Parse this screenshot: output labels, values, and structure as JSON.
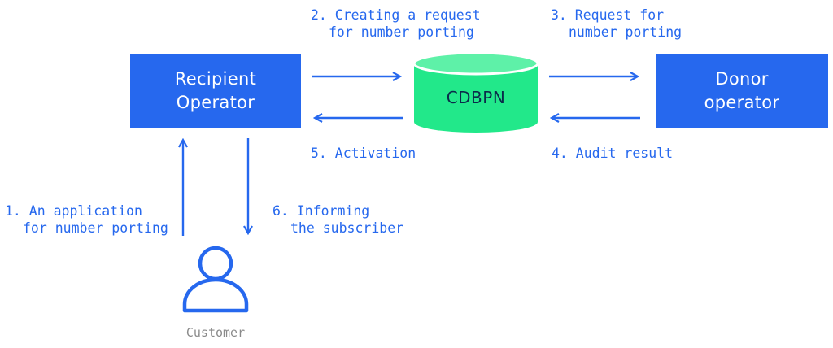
{
  "nodes": {
    "recipient": {
      "line1": "Recipient",
      "line2": "Operator"
    },
    "cdbpn": {
      "label": "CDBPN"
    },
    "donor": {
      "line1": "Donor",
      "line2": "operator"
    },
    "customer": {
      "label": "Customer"
    }
  },
  "steps": {
    "step1": {
      "line1": "1. An application",
      "line2": "for number porting"
    },
    "step2": {
      "line1": "2. Creating a request",
      "line2": "for number porting"
    },
    "step3": {
      "line1": "3. Request for",
      "line2": "number porting"
    },
    "step4": {
      "line1": "4. Audit result"
    },
    "step5": {
      "line1": "5. Activation"
    },
    "step6": {
      "line1": "6. Informing",
      "line2": "the subscriber"
    }
  },
  "colors": {
    "operator_blue": "#2668EE",
    "arrow_blue": "#2668EE",
    "database_green": "#22E88A",
    "database_top": "#5EF1A8",
    "database_text": "#0B2A4A",
    "customer_text": "#8A8A8A"
  },
  "icons": {
    "customer": "person-icon",
    "database": "database-cylinder-icon"
  }
}
